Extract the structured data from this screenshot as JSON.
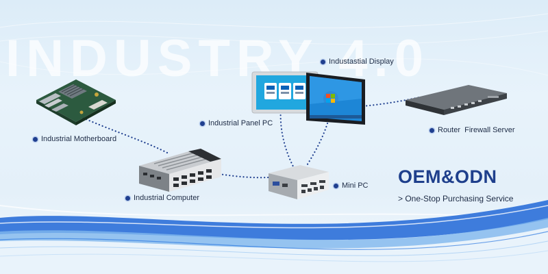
{
  "watermark": "INDUSTRY 4.0",
  "products": {
    "motherboard": "Industrial Motherboard",
    "industrial_computer": "Industrial Computer",
    "panel_pc": "Industrial Panel PC",
    "display": "Industastial Display",
    "mini_pc": "Mini PC",
    "router": "Router  Firewall Server"
  },
  "brand": {
    "headline": "OEM&ODN",
    "tagline": "> One-Stop Purchasing Service"
  },
  "colors": {
    "accent": "#1e3f8c",
    "link_dots": "#1f3f8f",
    "background": "#e4f0f9"
  },
  "icons": {
    "bullet": "bullet-dot-icon",
    "panel_pc_screen": "intel-core-badges",
    "display_screen": "windows-logo"
  }
}
